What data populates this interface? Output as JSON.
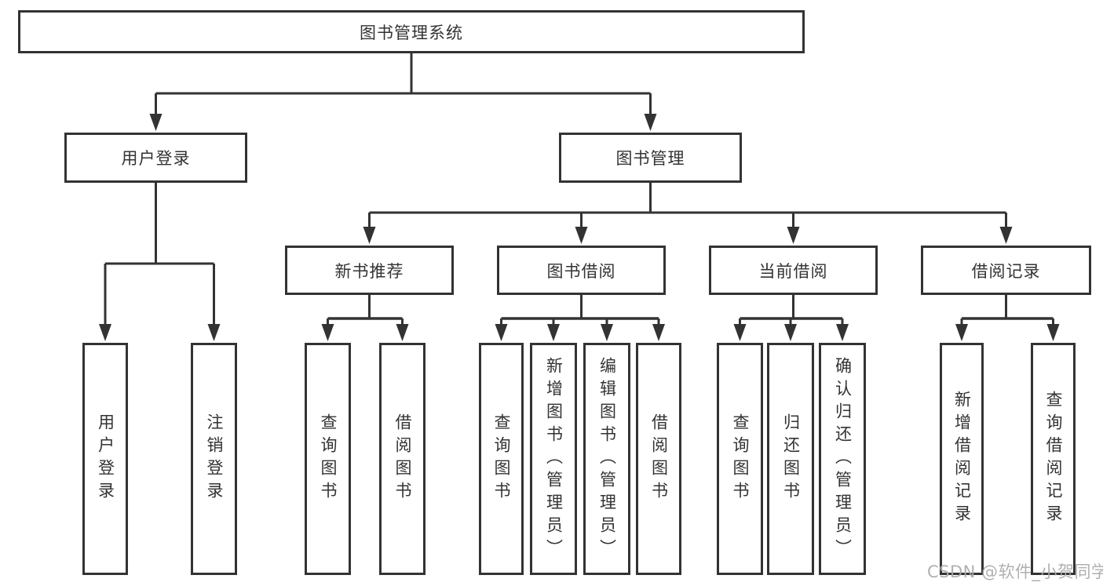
{
  "watermark": "CSDN @软件_小贺同学",
  "colors": {
    "line": "#333333",
    "text": "#333333",
    "background": "#ffffff",
    "watermark": "#aaaaaa"
  },
  "tree": {
    "root": {
      "label": "图书管理系统"
    },
    "level2": [
      {
        "label": "用户登录"
      },
      {
        "label": "图书管理"
      }
    ],
    "level3": [
      {
        "label": "新书推荐"
      },
      {
        "label": "图书借阅"
      },
      {
        "label": "当前借阅"
      },
      {
        "label": "借阅记录"
      }
    ],
    "leaves": [
      {
        "label": "用户登录"
      },
      {
        "label": "注销登录"
      },
      {
        "label": "查询图书"
      },
      {
        "label": "借阅图书"
      },
      {
        "label": "查询图书"
      },
      {
        "label": "新增图书（管理员）"
      },
      {
        "label": "编辑图书（管理员）"
      },
      {
        "label": "借阅图书"
      },
      {
        "label": "查询图书"
      },
      {
        "label": "归还图书"
      },
      {
        "label": "确认归还（管理员）"
      },
      {
        "label": "新增借阅记录"
      },
      {
        "label": "查询借阅记录"
      }
    ]
  }
}
